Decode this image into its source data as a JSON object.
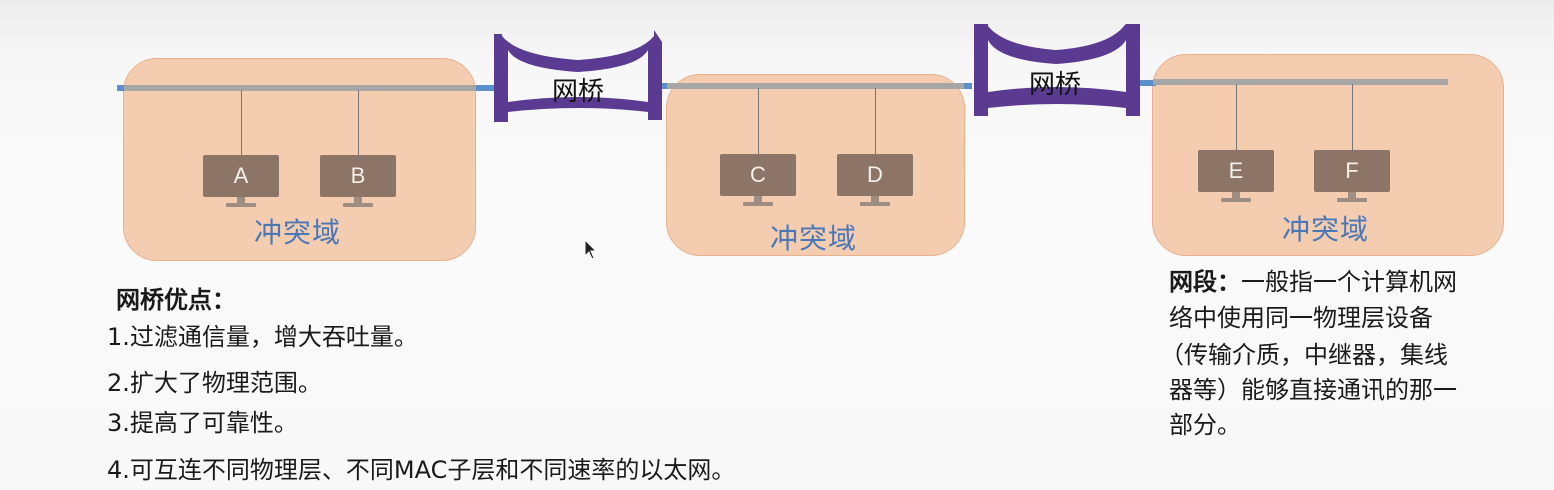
{
  "diagram": {
    "domains": [
      {
        "label": "冲突域",
        "hosts": [
          "A",
          "B"
        ]
      },
      {
        "label": "冲突域",
        "hosts": [
          "C",
          "D"
        ]
      },
      {
        "label": "冲突域",
        "hosts": [
          "E",
          "F"
        ]
      }
    ],
    "bridges": [
      {
        "label": "网桥"
      },
      {
        "label": "网桥"
      }
    ],
    "colors": {
      "domain_fill": "#f4ccb0",
      "bridge": "#5b3a91",
      "bus_blue": "#5b8fcc",
      "bus_gray": "#a6a6a6",
      "host": "#8c7467",
      "domain_label": "#4a78b6"
    }
  },
  "advantages": {
    "title": "网桥优点：",
    "items": [
      "1.过滤通信量，增大吞吐量。",
      "2.扩大了物理范围。",
      "3.提高了可靠性。",
      "4.可互连不同物理层、不同MAC子层和不同速率的以太网。"
    ]
  },
  "segment_note": {
    "term": "网段：",
    "lines": [
      "一般指一个计算机网",
      "络中使用同一物理层设备",
      "（传输介质，中继器，集线",
      "器等）能够直接通讯的那一",
      "部分。"
    ]
  },
  "cursor_icon": "mouse-pointer-icon"
}
